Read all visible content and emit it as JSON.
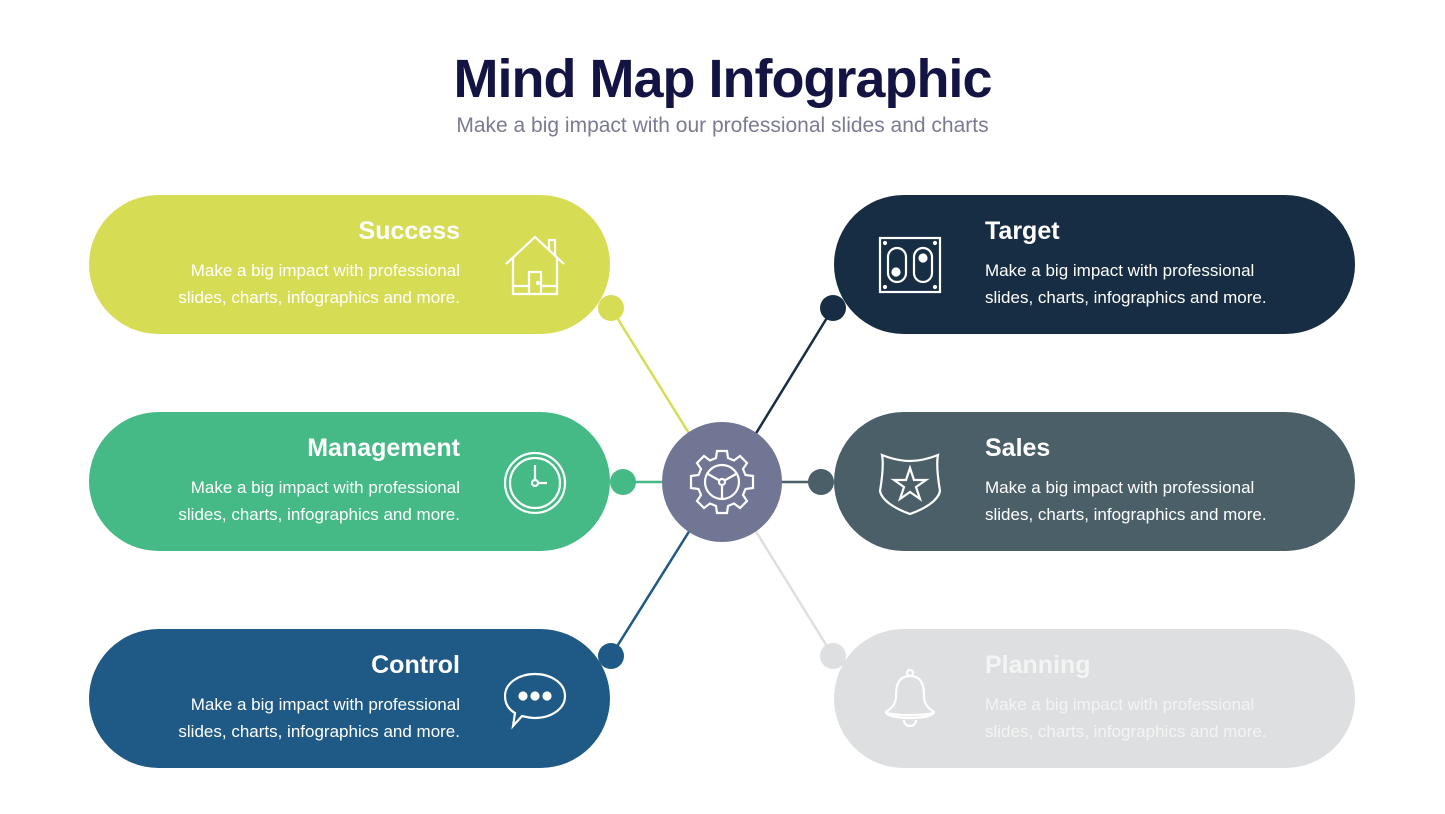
{
  "header": {
    "title": "Mind Map Infographic",
    "subtitle": "Make a big impact with our professional slides and charts"
  },
  "center": {
    "icon": "gear-steering-icon",
    "color": "#717694"
  },
  "nodes": [
    {
      "title": "Success",
      "desc1": "Make a big impact with professional",
      "desc2": "slides, charts, infographics and more.",
      "icon": "house-icon",
      "color": "#D7DC55"
    },
    {
      "title": "Management",
      "desc1": "Make a big impact with professional",
      "desc2": "slides, charts, infographics and more.",
      "icon": "clock-icon",
      "color": "#45BA86"
    },
    {
      "title": "Control",
      "desc1": "Make a big impact with professional",
      "desc2": "slides, charts, infographics and more.",
      "icon": "chat-bubble-icon",
      "color": "#1F5A86"
    },
    {
      "title": "Target",
      "desc1": "Make a big impact with professional",
      "desc2": "slides, charts, infographics and more.",
      "icon": "switch-panel-icon",
      "color": "#172D43"
    },
    {
      "title": "Sales",
      "desc1": "Make a big impact with professional",
      "desc2": "slides, charts, infographics and more.",
      "icon": "shield-star-icon",
      "color": "#4A5F68"
    },
    {
      "title": "Planning",
      "desc1": "Make a big impact with professional",
      "desc2": "slides, charts, infographics and more.",
      "icon": "bell-icon",
      "color": "#DDDFE0"
    }
  ]
}
